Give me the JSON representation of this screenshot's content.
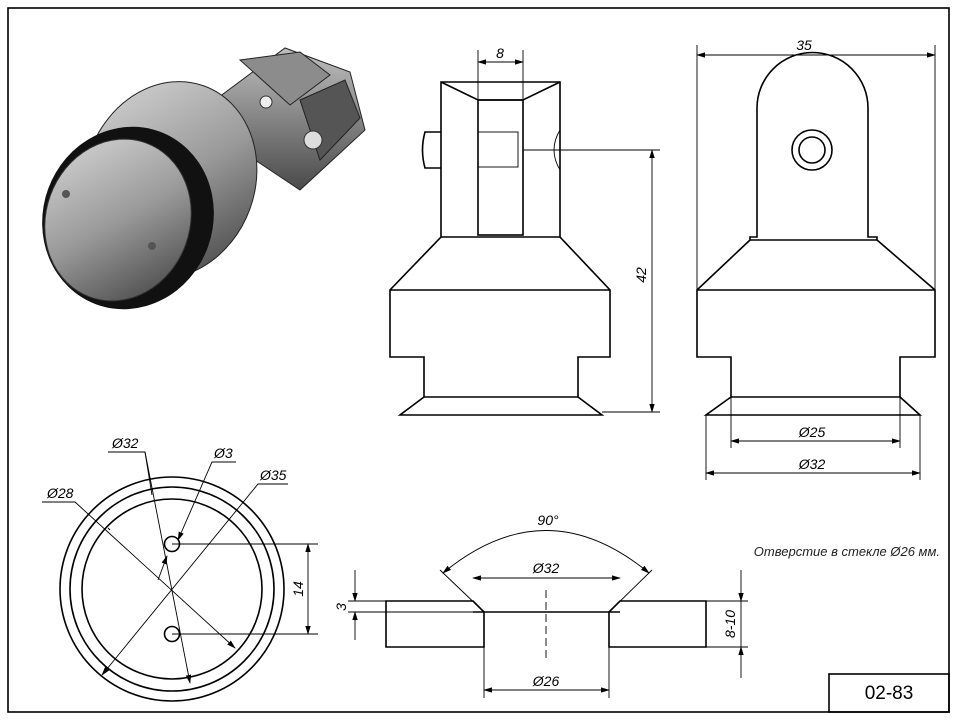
{
  "drawing": {
    "code": "02-83",
    "note": "Отверстие в стекле Ø26 мм.",
    "front_view": {
      "width_top": "8",
      "height": "42"
    },
    "side_view": {
      "width": "35",
      "neck_diameter": "Ø25",
      "flange_diameter": "Ø32"
    },
    "plan_view": {
      "d_outer": "Ø35",
      "d_mid": "Ø32",
      "d_inner": "Ø28",
      "d_hole": "Ø3",
      "hole_spacing": "14"
    },
    "section_view": {
      "angle": "90°",
      "countersink_diameter": "Ø32",
      "hole_diameter": "Ø26",
      "countersink_depth": "3",
      "glass_thickness": "8-10"
    },
    "colors": {
      "glass": "#b3f0f2",
      "metal_dark": "#3a3a3a",
      "metal_light": "#c8c8c8"
    }
  }
}
